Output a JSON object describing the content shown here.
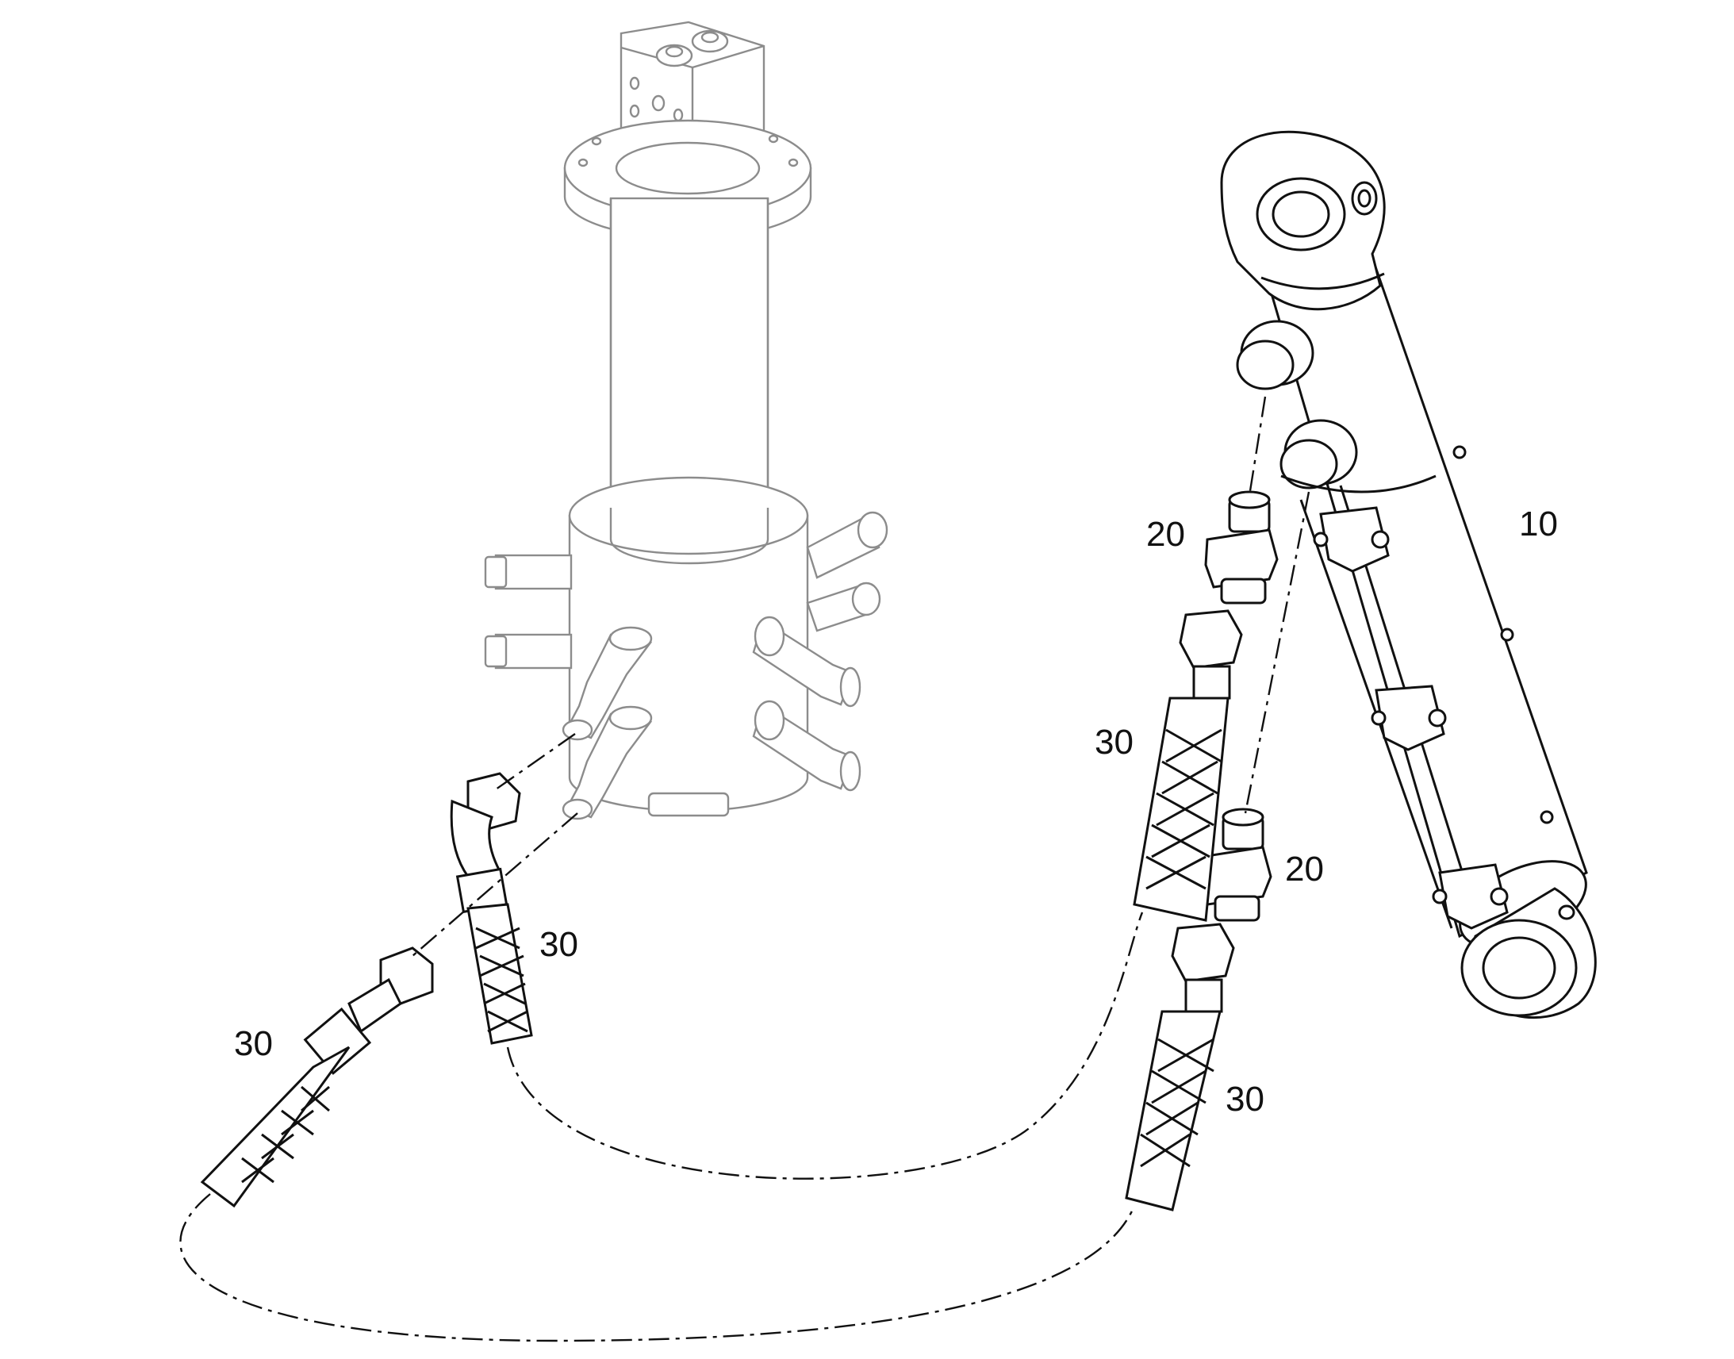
{
  "diagram": {
    "callouts": {
      "c10": "10",
      "c20_top": "20",
      "c20_bottom": "20",
      "c30_left": "30",
      "c30_center": "30",
      "c30_right_top": "30",
      "c30_right_bottom": "30"
    },
    "colors": {
      "context_part": "#8c8c8c",
      "highlighted_part": "#111111",
      "background": "#ffffff"
    }
  }
}
